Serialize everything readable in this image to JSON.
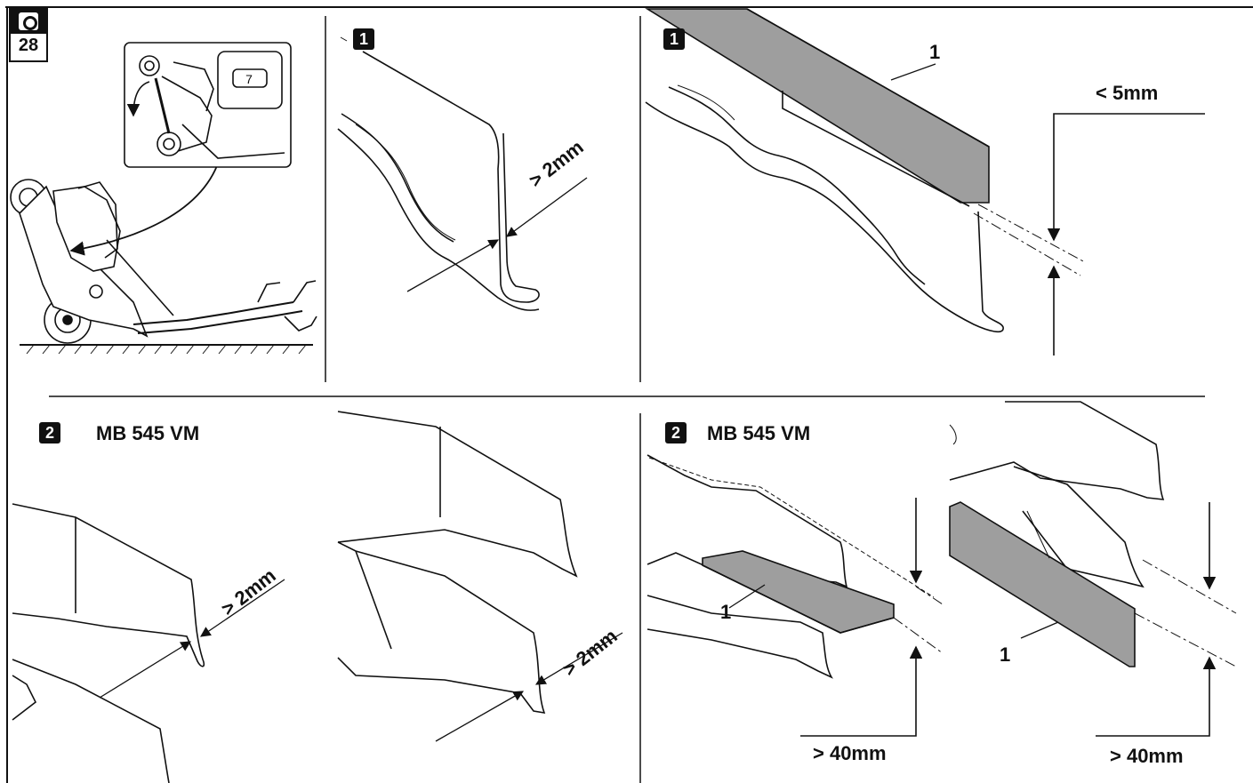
{
  "page": {
    "number": "28"
  },
  "step1": {
    "badge": "1",
    "gap_label": "> 2mm",
    "part_label": "1",
    "wear_label": "< 5mm"
  },
  "step2": {
    "badge": "2",
    "model": "MB 545 VM",
    "gap_label_a": "> 2mm",
    "gap_label_b": "> 2mm",
    "part_label_a": "1",
    "part_label_b": "1",
    "min_label_a": "> 40mm",
    "min_label_b": "> 40mm"
  },
  "colors": {
    "ink": "#111111",
    "metal_plate": "#9e9e9e",
    "paper": "#ffffff"
  }
}
